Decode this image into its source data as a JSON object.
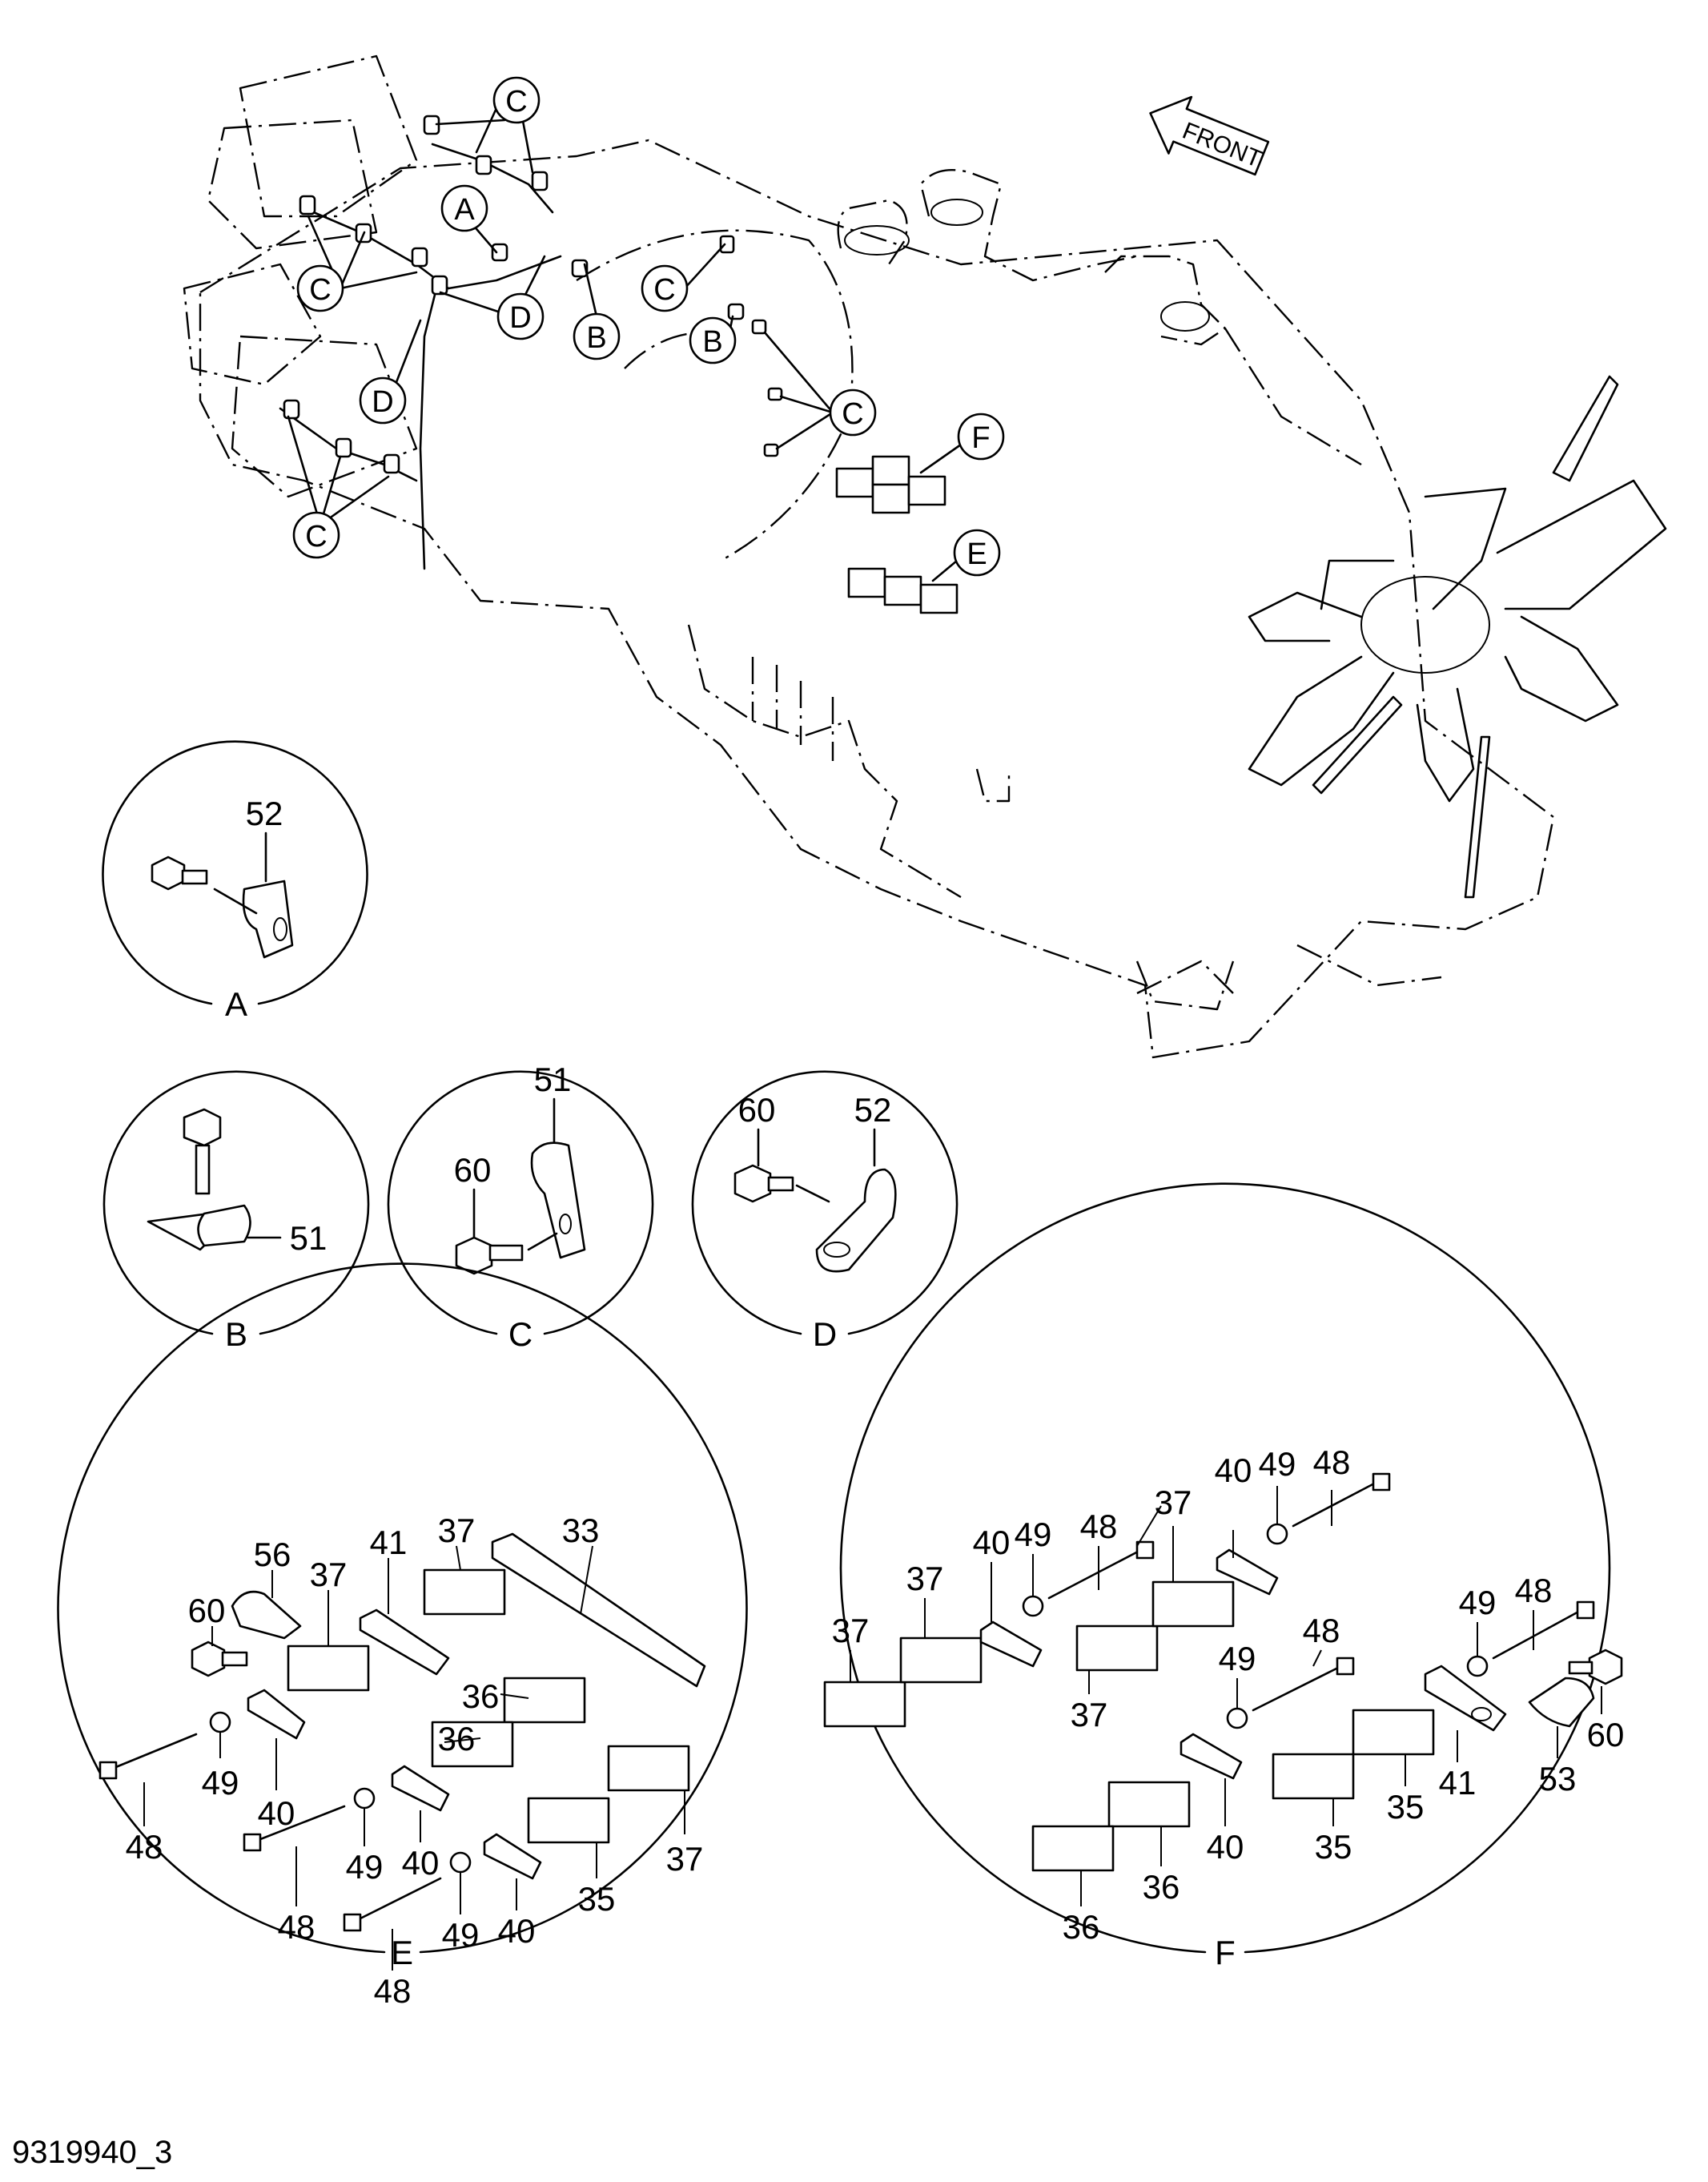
{
  "diagram": {
    "reference_number": "9319940_3",
    "front_arrow": "FRONT",
    "callout_bubbles": [
      "A",
      "B",
      "C",
      "D",
      "E",
      "F"
    ],
    "details": {
      "A": {
        "caption": "A",
        "labels": [
          "52"
        ]
      },
      "B": {
        "caption": "B",
        "labels": [
          "51"
        ]
      },
      "C": {
        "caption": "C",
        "labels": [
          "51",
          "60"
        ]
      },
      "D": {
        "caption": "D",
        "labels": [
          "60",
          "52"
        ]
      },
      "E": {
        "caption": "E",
        "labels": [
          "33",
          "37",
          "41",
          "56",
          "37",
          "60",
          "36",
          "36",
          "37",
          "40",
          "49",
          "48",
          "40",
          "49",
          "48",
          "35",
          "40",
          "49",
          "48"
        ]
      },
      "F": {
        "caption": "F",
        "labels": [
          "48",
          "49",
          "40",
          "37",
          "48",
          "49",
          "40",
          "37",
          "37",
          "48",
          "49",
          "48",
          "49",
          "60",
          "53",
          "41",
          "35",
          "35",
          "40",
          "36",
          "36",
          "37"
        ]
      }
    }
  }
}
